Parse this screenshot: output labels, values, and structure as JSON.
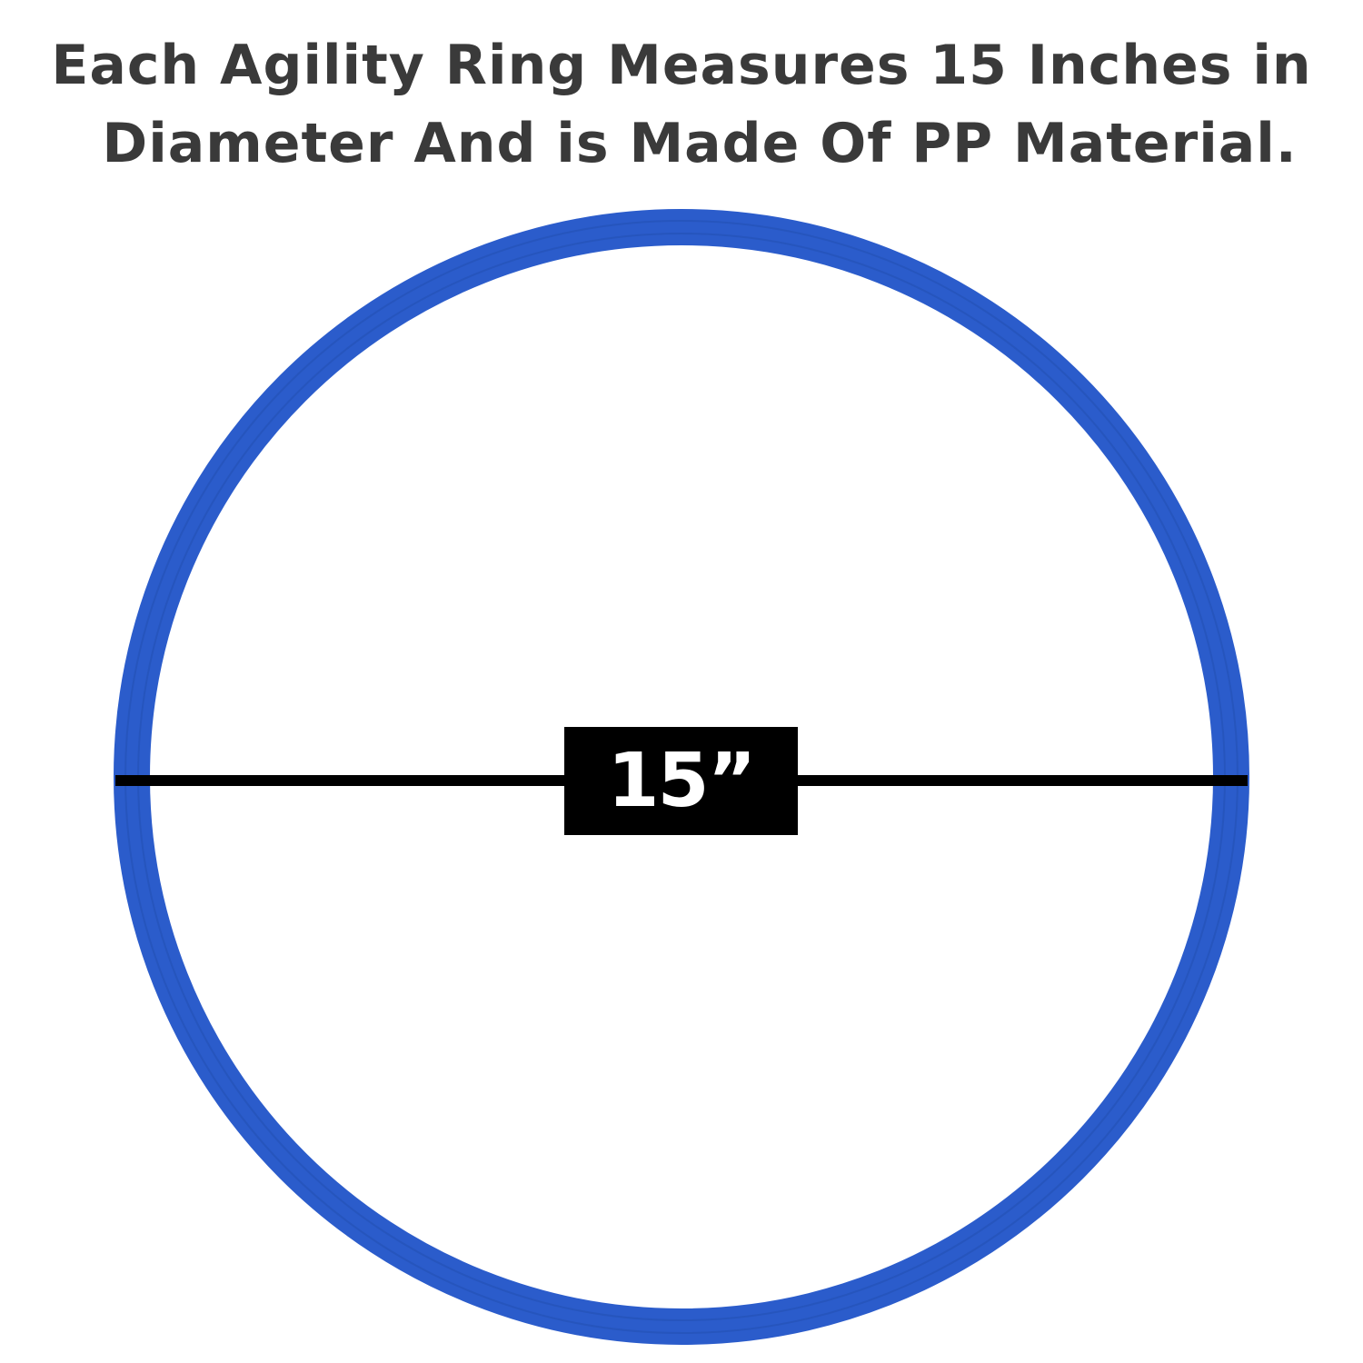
{
  "headline": {
    "line1": "Each Agility Ring Measures 15 Inches in",
    "line2": "Diameter And is Made Of PP Material."
  },
  "dimension_label": "15”",
  "colors": {
    "ring": "#2b5ccb",
    "ring_groove": "#2350b4",
    "text": "#3a3a3a",
    "line": "#000000"
  }
}
